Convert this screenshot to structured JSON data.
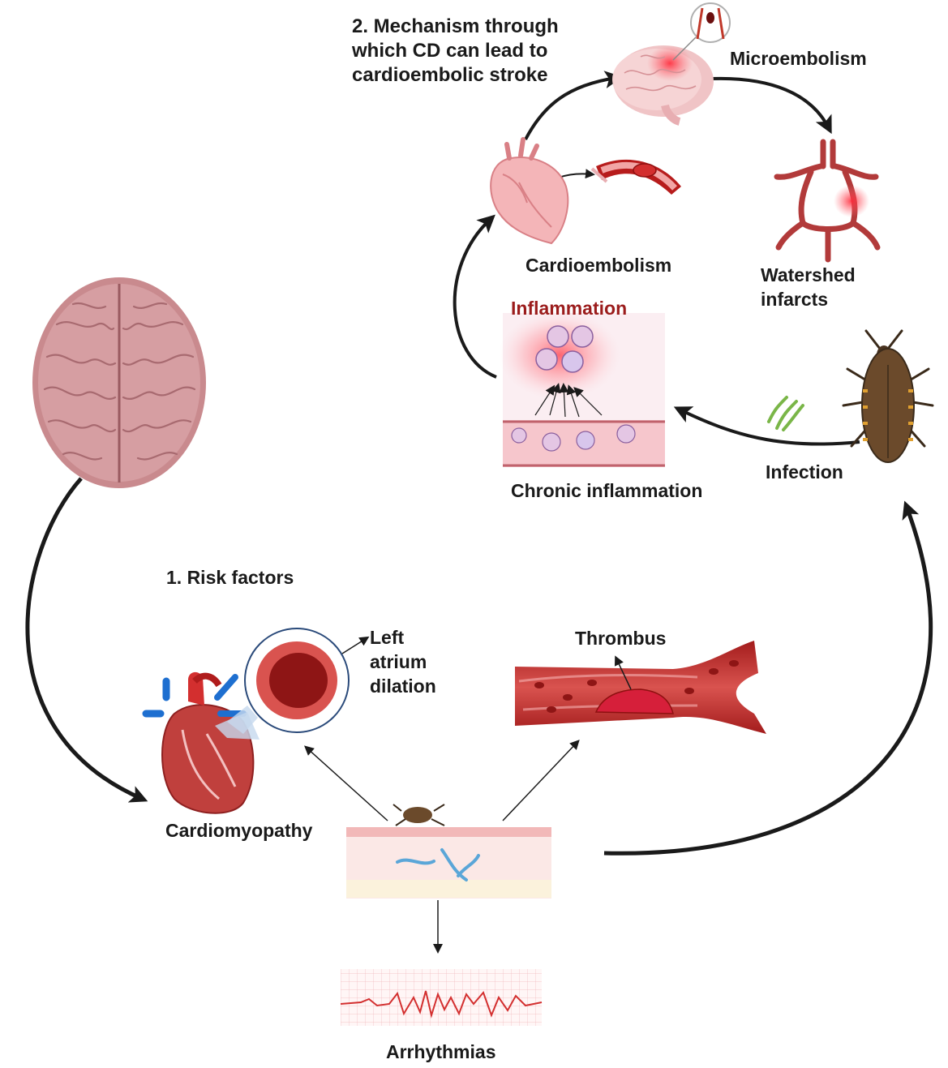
{
  "sections": {
    "mechanism_title": "2. Mechanism through\nwhich CD can lead to\ncardioembolic stroke",
    "risk_factors_title": "1.  Risk factors"
  },
  "labels": {
    "microembolism": "Microembolism",
    "cardioembolism": "Cardioembolism",
    "watershed_infarcts": "Watershed\ninfarcts",
    "inflammation": "Inflammation",
    "chronic_inflammation": "Chronic inflammation",
    "infection": "Infection",
    "left_atrium_dilation": "Left\natrium\ndilation",
    "thrombus": "Thrombus",
    "cardiomyopathy": "Cardiomyopathy",
    "arrhythmias": "Arrhythmias"
  },
  "icons": {
    "brain_top": "brain-icon",
    "brain_side": "brain-side-icon",
    "heart_anatomy": "heart-icon",
    "heart_lateral": "heart-lateral-icon",
    "artery_clot": "blood-vessel-clot-icon",
    "cerebral_arteries": "cerebral-arteries-icon",
    "inflammation_cells": "inflammation-cells-icon",
    "kissing_bug": "triatomine-bug-icon",
    "trypanosoma": "trypanosoma-icon",
    "atrium_cross_section": "atrium-cross-section-icon",
    "thrombus_vessel": "thrombus-vessel-icon",
    "skin_layer": "skin-infection-icon",
    "ecg_strip": "ecg-strip-icon"
  },
  "colors": {
    "inflammation_label": "#9b1c1c",
    "arrow": "#1a1a1a",
    "vessel_red": "#c62828",
    "brain_pink": "#c98a8e"
  }
}
